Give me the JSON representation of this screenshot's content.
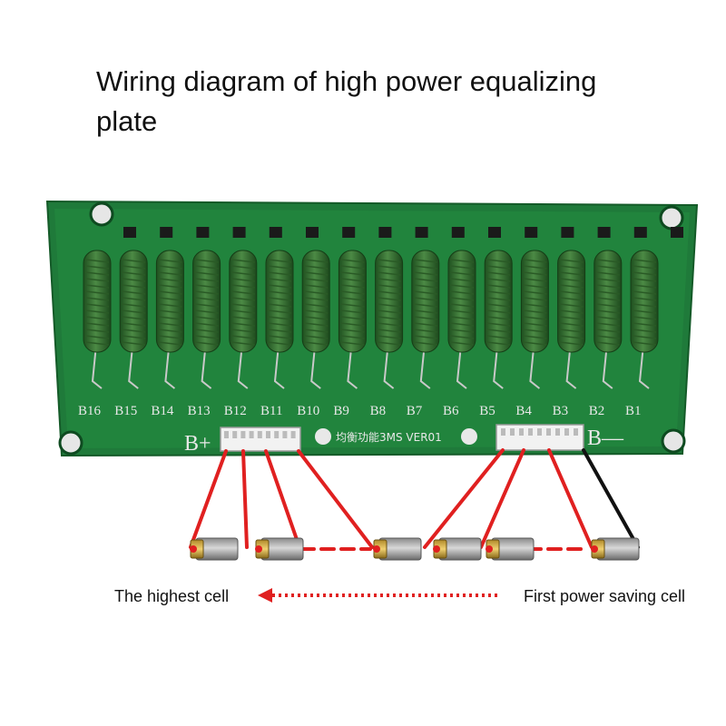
{
  "title": "Wiring diagram of high power equalizing plate",
  "board": {
    "channel_labels": [
      "B16",
      "B15",
      "B14",
      "B13",
      "B12",
      "B11",
      "B10",
      "B9",
      "B8",
      "B7",
      "B6",
      "B5",
      "B4",
      "B3",
      "B2",
      "B1"
    ],
    "b_plus": "B+",
    "b_minus": "B—",
    "marking": "均衡功能3MS VER01",
    "colors": {
      "pcb": "#1f7a3a",
      "resistor": "#2f6b2c",
      "connector": "#f2f2f2",
      "wire_positive": "#e02020",
      "wire_negative": "#111111"
    }
  },
  "labels": {
    "highest_cell": "The highest cell",
    "first_cell": "First power saving cell"
  },
  "cells": {
    "count": 6
  }
}
